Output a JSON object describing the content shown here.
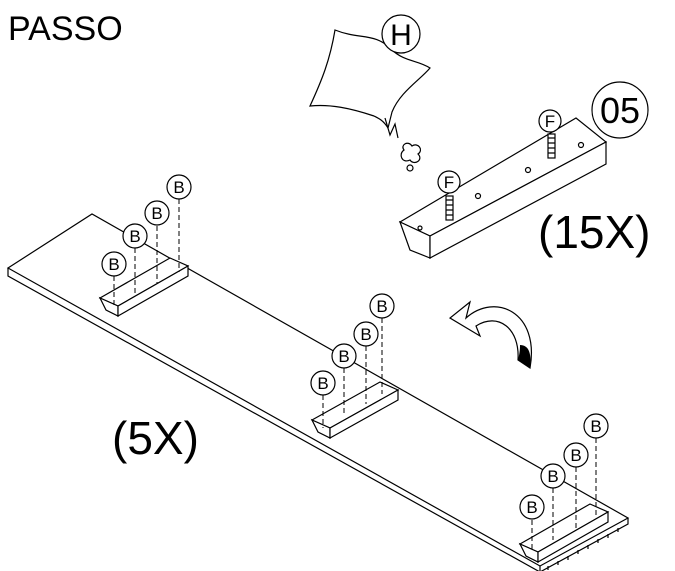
{
  "step": {
    "title": "PASSO",
    "number": "05"
  },
  "parts": {
    "H": "H",
    "F": "F",
    "B": "B"
  },
  "quantities": {
    "dowel_piece": "(15X)",
    "board": "(5X)"
  }
}
